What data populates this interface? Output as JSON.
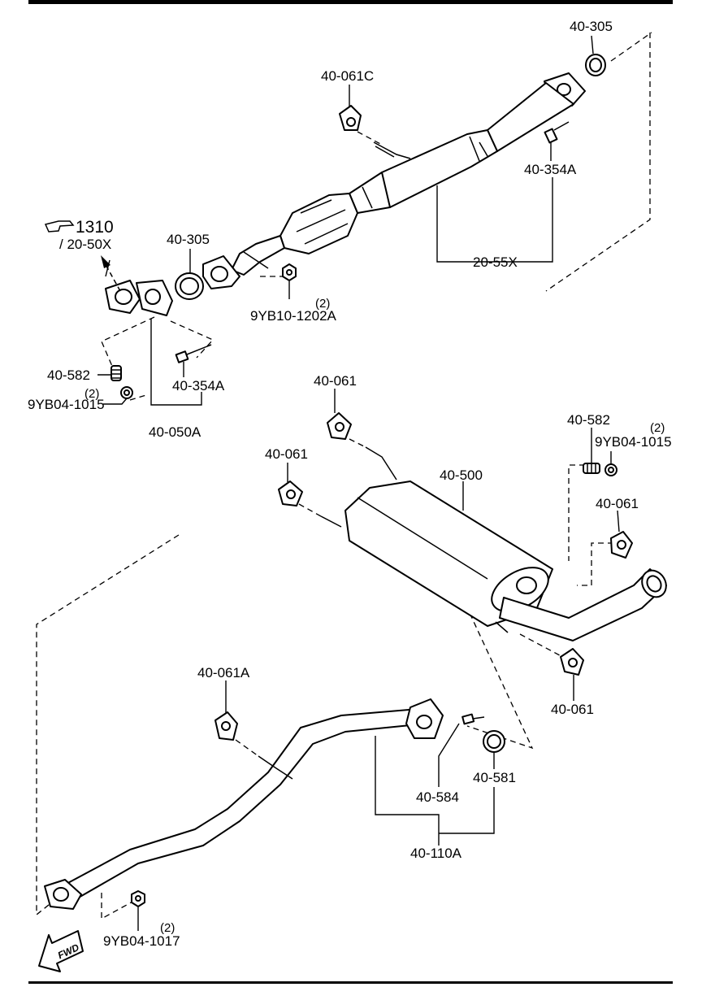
{
  "diagram": {
    "reference": {
      "code": "1310",
      "sub": "/ 20-50X",
      "icon": "pointing-hand-icon"
    },
    "labels": {
      "l_40_305_top": "40-305",
      "l_40_061c": "40-061C",
      "l_40_354a_top": "40-354A",
      "l_20_55x": "20-55X",
      "l_40_305_left": "40-305",
      "l_9yb10_1202a": "9YB10-1202A",
      "l_9yb10_qty": "(2)",
      "l_40_582_left": "40-582",
      "l_9yb04_1015_left": "9YB04-1015",
      "l_9yb04_1015_left_qty": "(2)",
      "l_40_354a_left": "40-354A",
      "l_40_050a": "40-050A",
      "l_40_061_a": "40-061",
      "l_40_061_b": "40-061",
      "l_40_500": "40-500",
      "l_40_582_right": "40-582",
      "l_9yb04_1015_right": "9YB04-1015",
      "l_9yb04_1015_right_qty": "(2)",
      "l_40_061_c": "40-061",
      "l_40_061_d": "40-061",
      "l_40_061a": "40-061A",
      "l_40_584": "40-584",
      "l_40_581": "40-581",
      "l_40_110a": "40-110A",
      "l_9yb04_1017": "9YB04-1017",
      "l_9yb04_1017_qty": "(2)"
    },
    "direction_badge": {
      "text": "FWD",
      "icon": "forward-arrow-icon"
    }
  }
}
